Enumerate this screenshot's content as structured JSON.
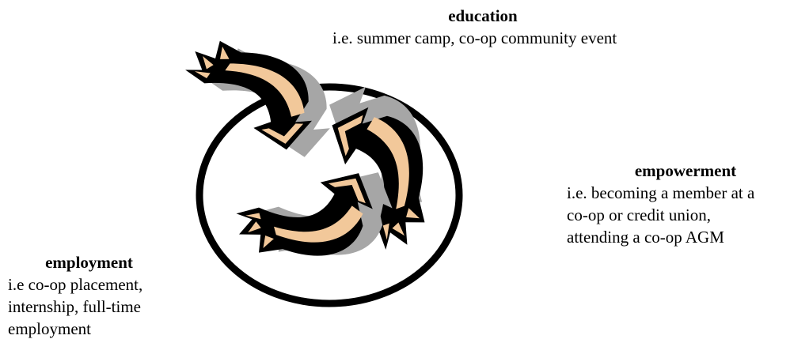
{
  "diagram": {
    "colors": {
      "ring": "#000000",
      "arrow_fill": "#000000",
      "arrow_accent": "#f2c89a",
      "arrow_shadow": "#a6a6a6"
    },
    "icons": [
      "curved-arrow-icon",
      "curved-arrow-icon",
      "curved-arrow-icon"
    ]
  },
  "education": {
    "title": "education",
    "description": "i.e. summer camp, co-op community event"
  },
  "empowerment": {
    "title": "empowerment",
    "description": "i.e. becoming a member at a\nco-op or credit union,\nattending a co-op AGM"
  },
  "employment": {
    "title": "employment",
    "description": "i.e co-op placement,\ninternship, full-time\nemployment"
  }
}
